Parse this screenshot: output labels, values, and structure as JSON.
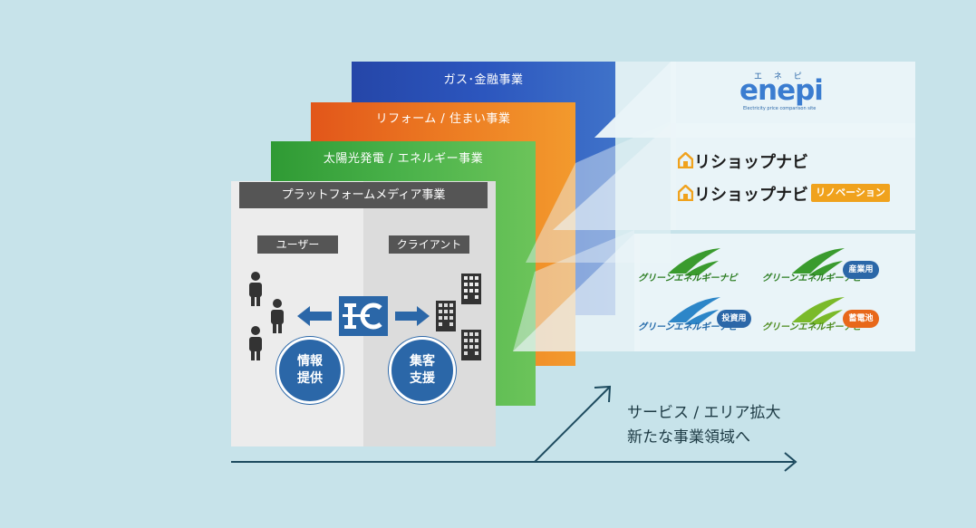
{
  "layers": {
    "gas": "ガス･金融事業",
    "reform": "リフォーム / 住まい事業",
    "solar": "太陽光発電 / エネルギー事業",
    "platform": "プラットフォームメディア事業"
  },
  "platform": {
    "user_label": "ユーザー",
    "client_label": "クライアント",
    "info_provide": "情報提供",
    "customer_support": "集客支援"
  },
  "brands": {
    "enepi": {
      "name": "enepi",
      "kana": "エ ネ ピ",
      "tagline": "Electricity price comparison site"
    },
    "reshop": {
      "name1": "リショップナビ",
      "name2": "リショップナビ",
      "renovation_badge": "リノベーション"
    },
    "green": {
      "name": "グリーンエネルギーナビ",
      "badge_industrial": "産業用",
      "badge_investment": "投資用",
      "badge_battery": "蓄電池"
    }
  },
  "growth": {
    "line1": "サービス / エリア拡大",
    "line2": "新たな事業領域へ"
  },
  "colors": {
    "background": "#c7e3ea",
    "gas": "#2a4fb0",
    "reform": "#e8681a",
    "solar": "#3fa83a",
    "platform_bg": "#ececec",
    "accent_blue": "#2b67a8",
    "arrow": "#1d4a5e",
    "reshop_orange": "#f0a21d",
    "green_leaf": "#3a9b2e"
  }
}
